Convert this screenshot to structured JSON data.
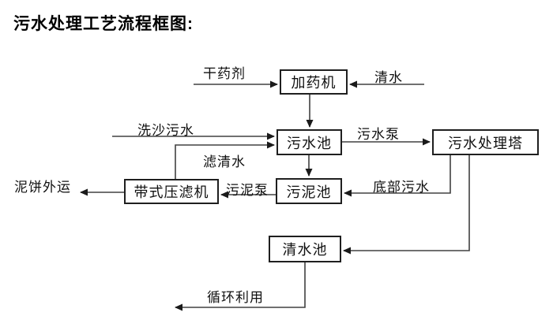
{
  "title": "污水处理工艺流程框图:",
  "nodes": {
    "dosing_machine": "加药机",
    "sewage_pool": "污水池",
    "treatment_tower": "污水处理塔",
    "sludge_pool": "污泥池",
    "belt_filter_press": "带式压滤机",
    "clean_water_pool": "清水池"
  },
  "flow_labels": {
    "dry_agent": "干药剂",
    "clean_water": "清水",
    "sand_washing_sewage": "洗沙污水",
    "sewage_pump": "污水泵",
    "filtered_water": "滤清水",
    "sludge_pump": "污泥泵",
    "bottom_sewage": "底部污水",
    "mud_cake_out": "泥饼外运",
    "recycling": "循环利用"
  },
  "colors": {
    "background": "#ffffff",
    "line": "#404040",
    "box_border": "#1f1f1f",
    "text": "#111111",
    "arrowhead": "#1a1a1a"
  }
}
